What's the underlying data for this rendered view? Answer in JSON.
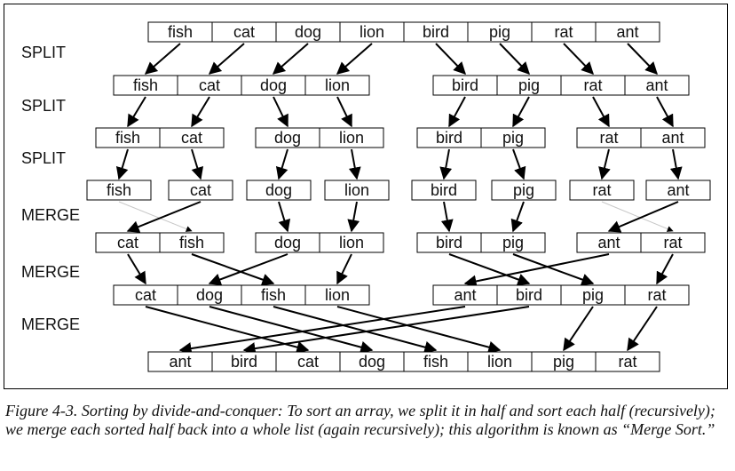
{
  "figure": {
    "stage_labels": [
      "SPLIT",
      "SPLIT",
      "SPLIT",
      "MERGE",
      "MERGE",
      "MERGE"
    ],
    "rows": [
      [
        [
          "fish",
          "cat",
          "dog",
          "lion",
          "bird",
          "pig",
          "rat",
          "ant"
        ]
      ],
      [
        [
          "fish",
          "cat",
          "dog",
          "lion"
        ],
        [
          "bird",
          "pig",
          "rat",
          "ant"
        ]
      ],
      [
        [
          "fish",
          "cat"
        ],
        [
          "dog",
          "lion"
        ],
        [
          "bird",
          "pig"
        ],
        [
          "rat",
          "ant"
        ]
      ],
      [
        [
          "fish"
        ],
        [
          "cat"
        ],
        [
          "dog"
        ],
        [
          "lion"
        ],
        [
          "bird"
        ],
        [
          "pig"
        ],
        [
          "rat"
        ],
        [
          "ant"
        ]
      ],
      [
        [
          "cat",
          "fish"
        ],
        [
          "dog",
          "lion"
        ],
        [
          "bird",
          "pig"
        ],
        [
          "ant",
          "rat"
        ]
      ],
      [
        [
          "cat",
          "dog",
          "fish",
          "lion"
        ],
        [
          "ant",
          "bird",
          "pig",
          "rat"
        ]
      ],
      [
        [
          "ant",
          "bird",
          "cat",
          "dog",
          "fish",
          "lion",
          "pig",
          "rat"
        ]
      ]
    ],
    "caption": "Figure 4-3. Sorting by divide-and-conquer: To sort an array, we split it in half and sort each half (recursively); we merge each sorted half back into a whole list (again recursively); this algorithm is known as “Merge Sort.”",
    "colors": {
      "stroke": "#000000",
      "background": "#ffffff",
      "thin_connector": "#c8c8c8"
    }
  }
}
